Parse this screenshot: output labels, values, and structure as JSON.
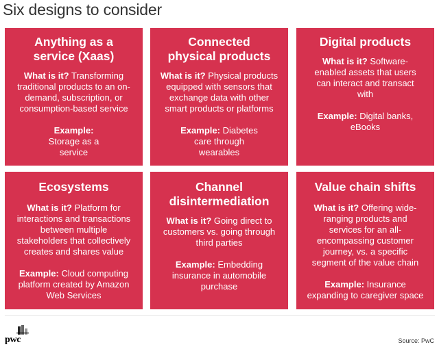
{
  "page": {
    "title": "Six designs to consider"
  },
  "cards": [
    {
      "title": "Anything as a service (Xaas)",
      "what_label": "What is it?",
      "what_text": "Transforming traditional products to an on-demand, subscription, or consumption-based service",
      "example_label": "Example:",
      "example_text": "Storage as a service"
    },
    {
      "title": "Connected physical products",
      "what_label": "What is it?",
      "what_text": "Physical products equipped with sensors that exchange data with other smart products or platforms",
      "example_label": "Example:",
      "example_text": "Diabetes care through wearables"
    },
    {
      "title": "Digital products",
      "what_label": "What is it?",
      "what_text": "Software-enabled assets that users can interact and transact with",
      "example_label": "Example:",
      "example_text": "Digital banks, eBooks"
    },
    {
      "title": "Ecosystems",
      "what_label": "What is it?",
      "what_text": "Platform for interactions and transactions between multiple stakeholders that collectively creates and shares value",
      "example_label": "Example:",
      "example_text": "Cloud computing platform created by Amazon Web Services"
    },
    {
      "title": "Channel disintermediation",
      "what_label": "What is it?",
      "what_text": "Going direct to customers vs. going through third parties",
      "example_label": "Example:",
      "example_text": "Embedding insurance in automobile purchase"
    },
    {
      "title": "Value chain shifts",
      "what_label": "What is it?",
      "what_text": "Offering wide-ranging products and services for an all-encompassing customer journey, vs. a specific segment of the value chain",
      "example_label": "Example:",
      "example_text": "Insurance expanding to caregiver space"
    }
  ],
  "footer": {
    "logo_text": "pwc",
    "source": "Source: PwC"
  },
  "colors": {
    "card": "#d6324f",
    "logo_orange": "#e0301e"
  }
}
